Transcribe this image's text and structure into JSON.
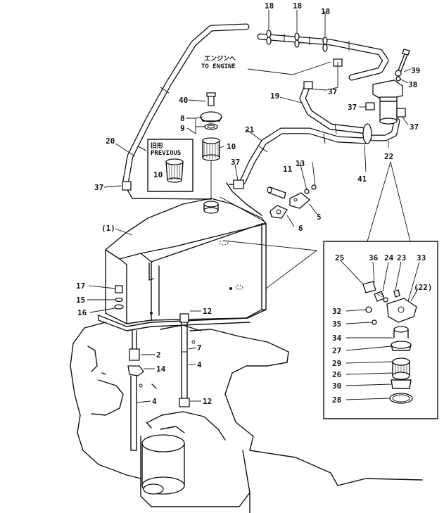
{
  "callouts": {
    "c18a": "18",
    "c18b": "18",
    "c18c": "18",
    "c39": "39",
    "c38": "38",
    "c37a": "37",
    "c37b": "37",
    "c37c": "37",
    "c37d": "37",
    "c37e": "37",
    "c40": "40",
    "c8": "8",
    "c9": "9",
    "c19": "19",
    "c21": "21",
    "c20": "20",
    "c10a": "10",
    "c10b": "10",
    "c22": "22",
    "c41": "41",
    "c13": "13",
    "c11": "11",
    "c5": "5",
    "c6": "6",
    "c1": "(1)",
    "c17": "17",
    "c15": "15",
    "c16": "16",
    "c12a": "12",
    "c12b": "12",
    "c2": "2",
    "c7": "7",
    "c4a": "4",
    "c14": "14",
    "c4b": "4",
    "c25": "25",
    "c36": "36",
    "c24": "24",
    "c23": "23",
    "c33": "33",
    "c22p": "(22)",
    "c32": "32",
    "c35": "35",
    "c34": "34",
    "c27": "27",
    "c29": "29",
    "c26": "26",
    "c30": "30",
    "c28": "28"
  },
  "notes": {
    "engine_jp": "エンジンへ",
    "engine_en": "TO ENGINE",
    "previous_jp": "旧形",
    "previous_en": "PREVIOUS"
  }
}
